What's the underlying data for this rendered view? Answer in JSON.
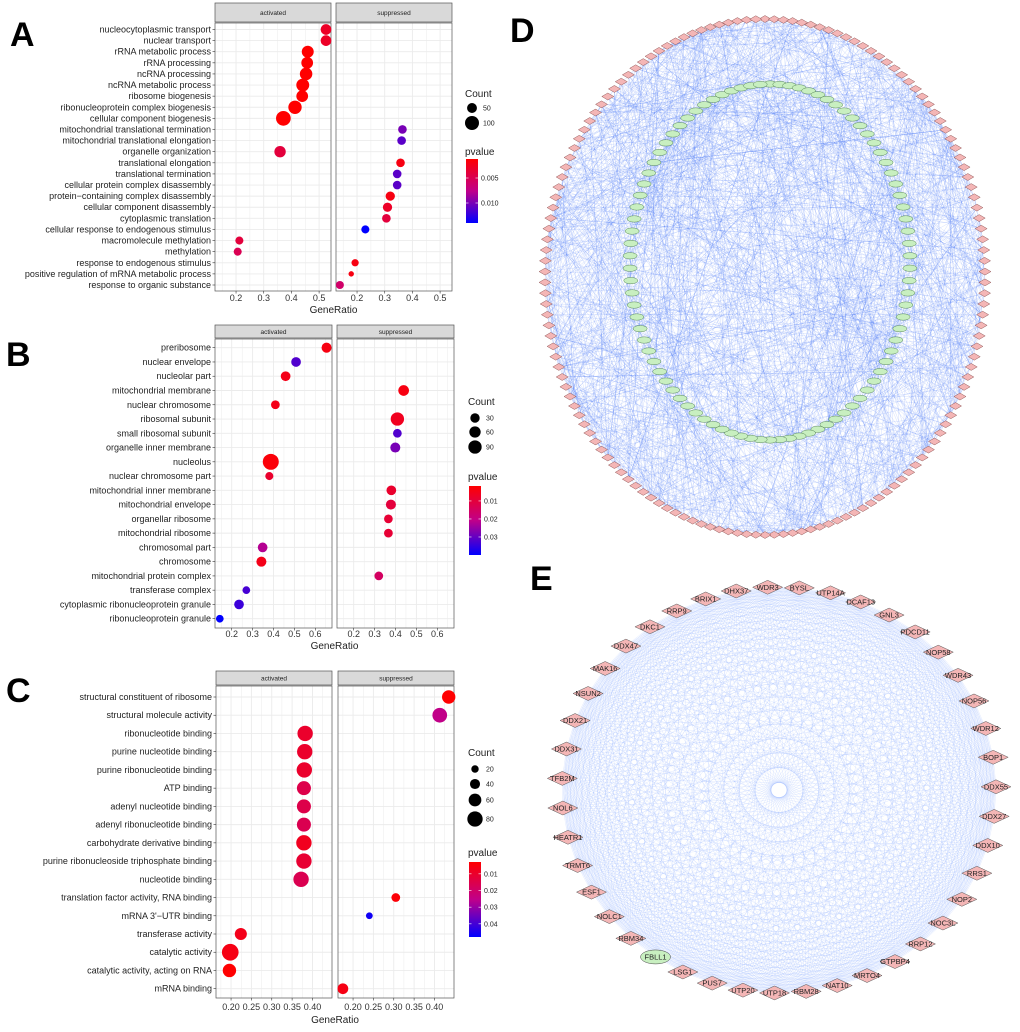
{
  "panel_labels": {
    "A": "A",
    "B": "B",
    "C": "C",
    "D": "D",
    "E": "E"
  },
  "chart_data": [
    {
      "panel": "A",
      "type": "scatter",
      "facets": [
        "activated",
        "suppressed"
      ],
      "xlabel": "GeneRatio",
      "xlim": [
        0.124,
        0.543
      ],
      "x_ticks": [
        0.2,
        0.3,
        0.4,
        0.5
      ],
      "x_tick_labels": [
        "0.2",
        "0.3",
        "0.4",
        "0.5"
      ],
      "grid": true,
      "legend": {
        "position": "right",
        "count_title": "Count",
        "count_values": [
          50,
          100
        ],
        "pvalue_title": "pvalue",
        "pvalue_range": [
          0.0012,
          0.014
        ],
        "pvalue_ticks": [
          0.005,
          0.01
        ],
        "pvalue_tick_labels": [
          "0.005",
          "0.010"
        ]
      },
      "points": [
        {
          "term": "nucleocytoplasmic transport",
          "facet": "activated",
          "gene_ratio": 0.525,
          "count": 58,
          "pvalue": 0.003
        },
        {
          "term": "nuclear transport",
          "facet": "activated",
          "gene_ratio": 0.525,
          "count": 58,
          "pvalue": 0.003
        },
        {
          "term": "rRNA metabolic process",
          "facet": "activated",
          "gene_ratio": 0.459,
          "count": 73,
          "pvalue": 0.0012
        },
        {
          "term": "rRNA processing",
          "facet": "activated",
          "gene_ratio": 0.457,
          "count": 70,
          "pvalue": 0.0012
        },
        {
          "term": "ncRNA processing",
          "facet": "activated",
          "gene_ratio": 0.453,
          "count": 80,
          "pvalue": 0.0012
        },
        {
          "term": "ncRNA metabolic process",
          "facet": "activated",
          "gene_ratio": 0.441,
          "count": 85,
          "pvalue": 0.0012
        },
        {
          "term": "ribosome biogenesis",
          "facet": "activated",
          "gene_ratio": 0.439,
          "count": 70,
          "pvalue": 0.0012
        },
        {
          "term": "ribonucleoprotein complex biogenesis",
          "facet": "activated",
          "gene_ratio": 0.413,
          "count": 91,
          "pvalue": 0.0012
        },
        {
          "term": "cellular component biogenesis",
          "facet": "activated",
          "gene_ratio": 0.371,
          "count": 110,
          "pvalue": 0.0012
        },
        {
          "term": "mitochondrial translational termination",
          "facet": "suppressed",
          "gene_ratio": 0.364,
          "count": 38,
          "pvalue": 0.01
        },
        {
          "term": "mitochondrial translational elongation",
          "facet": "suppressed",
          "gene_ratio": 0.361,
          "count": 38,
          "pvalue": 0.011
        },
        {
          "term": "organelle organization",
          "facet": "activated",
          "gene_ratio": 0.359,
          "count": 66,
          "pvalue": 0.004
        },
        {
          "term": "translational elongation",
          "facet": "suppressed",
          "gene_ratio": 0.357,
          "count": 38,
          "pvalue": 0.002
        },
        {
          "term": "translational termination",
          "facet": "suppressed",
          "gene_ratio": 0.345,
          "count": 38,
          "pvalue": 0.011
        },
        {
          "term": "cellular protein complex disassembly",
          "facet": "suppressed",
          "gene_ratio": 0.345,
          "count": 38,
          "pvalue": 0.011
        },
        {
          "term": "protein−containing complex disassembly",
          "facet": "suppressed",
          "gene_ratio": 0.32,
          "count": 44,
          "pvalue": 0.002
        },
        {
          "term": "cellular component disassembly",
          "facet": "suppressed",
          "gene_ratio": 0.31,
          "count": 44,
          "pvalue": 0.003
        },
        {
          "term": "cytoplasmic translation",
          "facet": "suppressed",
          "gene_ratio": 0.306,
          "count": 38,
          "pvalue": 0.004
        },
        {
          "term": "cellular response to endogenous stimulus",
          "facet": "suppressed",
          "gene_ratio": 0.23,
          "count": 33,
          "pvalue": 0.014
        },
        {
          "term": "macromolecule methylation",
          "facet": "activated",
          "gene_ratio": 0.212,
          "count": 33,
          "pvalue": 0.004
        },
        {
          "term": "methylation",
          "facet": "activated",
          "gene_ratio": 0.206,
          "count": 33,
          "pvalue": 0.005
        },
        {
          "term": "response to endogenous stimulus",
          "facet": "suppressed",
          "gene_ratio": 0.193,
          "count": 27,
          "pvalue": 0.002
        },
        {
          "term": "positive regulation of mRNA metabolic process",
          "facet": "suppressed",
          "gene_ratio": 0.179,
          "count": 15,
          "pvalue": 0.002
        },
        {
          "term": "response to organic substance",
          "facet": "suppressed",
          "gene_ratio": 0.138,
          "count": 33,
          "pvalue": 0.006
        }
      ]
    },
    {
      "panel": "B",
      "type": "scatter",
      "facets": [
        "activated",
        "suppressed"
      ],
      "xlabel": "GeneRatio",
      "xlim": [
        0.12,
        0.68
      ],
      "x_ticks": [
        0.2,
        0.3,
        0.4,
        0.5,
        0.6
      ],
      "x_tick_labels": [
        "0.2",
        "0.3",
        "0.4",
        "0.5",
        "0.6"
      ],
      "grid": true,
      "legend": {
        "position": "right",
        "count_title": "Count",
        "count_values": [
          30,
          60,
          90
        ],
        "pvalue_title": "pvalue",
        "pvalue_range": [
          0.0017,
          0.04
        ],
        "pvalue_ticks": [
          0.01,
          0.02,
          0.03
        ],
        "pvalue_tick_labels": [
          "0.01",
          "0.02",
          "0.03"
        ]
      },
      "points": [
        {
          "term": "preribosome",
          "facet": "activated",
          "gene_ratio": 0.654,
          "count": 40,
          "pvalue": 0.004
        },
        {
          "term": "nuclear envelope",
          "facet": "activated",
          "gene_ratio": 0.508,
          "count": 35,
          "pvalue": 0.032
        },
        {
          "term": "nucleolar part",
          "facet": "activated",
          "gene_ratio": 0.458,
          "count": 35,
          "pvalue": 0.005
        },
        {
          "term": "mitochondrial membrane",
          "facet": "suppressed",
          "gene_ratio": 0.439,
          "count": 50,
          "pvalue": 0.004
        },
        {
          "term": "nuclear chromosome",
          "facet": "activated",
          "gene_ratio": 0.409,
          "count": 20,
          "pvalue": 0.005
        },
        {
          "term": "ribosomal subunit",
          "facet": "suppressed",
          "gene_ratio": 0.409,
          "count": 90,
          "pvalue": 0.006
        },
        {
          "term": "small ribosomal subunit",
          "facet": "suppressed",
          "gene_ratio": 0.409,
          "count": 20,
          "pvalue": 0.032
        },
        {
          "term": "organelle inner membrane",
          "facet": "suppressed",
          "gene_ratio": 0.399,
          "count": 40,
          "pvalue": 0.028
        },
        {
          "term": "nucleolus",
          "facet": "activated",
          "gene_ratio": 0.387,
          "count": 130,
          "pvalue": 0.003
        },
        {
          "term": "nuclear chromosome part",
          "facet": "activated",
          "gene_ratio": 0.38,
          "count": 10,
          "pvalue": 0.008
        },
        {
          "term": "mitochondrial inner membrane",
          "facet": "suppressed",
          "gene_ratio": 0.38,
          "count": 35,
          "pvalue": 0.008
        },
        {
          "term": "mitochondrial envelope",
          "facet": "suppressed",
          "gene_ratio": 0.378,
          "count": 40,
          "pvalue": 0.01
        },
        {
          "term": "organellar ribosome",
          "facet": "suppressed",
          "gene_ratio": 0.366,
          "count": 20,
          "pvalue": 0.009
        },
        {
          "term": "mitochondrial ribosome",
          "facet": "suppressed",
          "gene_ratio": 0.366,
          "count": 20,
          "pvalue": 0.009
        },
        {
          "term": "chromosomal part",
          "facet": "activated",
          "gene_ratio": 0.348,
          "count": 35,
          "pvalue": 0.022
        },
        {
          "term": "chromosome",
          "facet": "activated",
          "gene_ratio": 0.342,
          "count": 40,
          "pvalue": 0.005
        },
        {
          "term": "mitochondrial protein complex",
          "facet": "suppressed",
          "gene_ratio": 0.32,
          "count": 20,
          "pvalue": 0.015
        },
        {
          "term": "transferase complex",
          "facet": "activated",
          "gene_ratio": 0.27,
          "count": 5,
          "pvalue": 0.033
        },
        {
          "term": "cytoplasmic ribonucleoprotein granule",
          "facet": "activated",
          "gene_ratio": 0.235,
          "count": 35,
          "pvalue": 0.034
        },
        {
          "term": "ribonucleoprotein granule",
          "facet": "activated",
          "gene_ratio": 0.143,
          "count": 5,
          "pvalue": 0.04
        }
      ]
    },
    {
      "panel": "C",
      "type": "scatter",
      "facets": [
        "activated",
        "suppressed"
      ],
      "xlabel": "GeneRatio",
      "xlim": [
        0.163,
        0.448
      ],
      "x_ticks": [
        0.2,
        0.25,
        0.3,
        0.35,
        0.4
      ],
      "x_tick_labels": [
        "0.20",
        "0.25",
        "0.30",
        "0.35",
        "0.40"
      ],
      "grid": true,
      "legend": {
        "position": "right",
        "count_title": "Count",
        "count_values": [
          20,
          40,
          60,
          80
        ],
        "pvalue_title": "pvalue",
        "pvalue_range": [
          0.0029,
          0.0479
        ],
        "pvalue_ticks": [
          0.01,
          0.02,
          0.03,
          0.04
        ],
        "pvalue_tick_labels": [
          "0.01",
          "0.02",
          "0.03",
          "0.04"
        ]
      },
      "points": [
        {
          "term": "structural constituent of ribosome",
          "facet": "suppressed",
          "gene_ratio": 0.435,
          "count": 65,
          "pvalue": 0.003
        },
        {
          "term": "structural molecule activity",
          "facet": "suppressed",
          "gene_ratio": 0.413,
          "count": 75,
          "pvalue": 0.025
        },
        {
          "term": "ribonucleotide binding",
          "facet": "activated",
          "gene_ratio": 0.382,
          "count": 80,
          "pvalue": 0.01
        },
        {
          "term": "purine nucleotide binding",
          "facet": "activated",
          "gene_ratio": 0.381,
          "count": 80,
          "pvalue": 0.01
        },
        {
          "term": "purine ribonucleotide binding",
          "facet": "activated",
          "gene_ratio": 0.38,
          "count": 80,
          "pvalue": 0.01
        },
        {
          "term": "ATP binding",
          "facet": "activated",
          "gene_ratio": 0.379,
          "count": 70,
          "pvalue": 0.015
        },
        {
          "term": "adenyl nucleotide binding",
          "facet": "activated",
          "gene_ratio": 0.379,
          "count": 70,
          "pvalue": 0.015
        },
        {
          "term": "adenyl ribonucleotide binding",
          "facet": "activated",
          "gene_ratio": 0.379,
          "count": 70,
          "pvalue": 0.016
        },
        {
          "term": "carbohydrate derivative binding",
          "facet": "activated",
          "gene_ratio": 0.379,
          "count": 80,
          "pvalue": 0.008
        },
        {
          "term": "purine ribonucleoside triphosphate binding",
          "facet": "activated",
          "gene_ratio": 0.379,
          "count": 80,
          "pvalue": 0.011
        },
        {
          "term": "nucleotide binding",
          "facet": "activated",
          "gene_ratio": 0.372,
          "count": 80,
          "pvalue": 0.016
        },
        {
          "term": "translation factor activity, RNA binding",
          "facet": "suppressed",
          "gene_ratio": 0.305,
          "count": 30,
          "pvalue": 0.004
        },
        {
          "term": "mRNA 3'−UTR binding",
          "facet": "suppressed",
          "gene_ratio": 0.24,
          "count": 15,
          "pvalue": 0.046
        },
        {
          "term": "transferase activity",
          "facet": "activated",
          "gene_ratio": 0.224,
          "count": 55,
          "pvalue": 0.007
        },
        {
          "term": "catalytic activity",
          "facet": "activated",
          "gene_ratio": 0.198,
          "count": 90,
          "pvalue": 0.006
        },
        {
          "term": "catalytic activity, acting on RNA",
          "facet": "activated",
          "gene_ratio": 0.196,
          "count": 65,
          "pvalue": 0.003
        },
        {
          "term": "mRNA binding",
          "facet": "suppressed",
          "gene_ratio": 0.175,
          "count": 45,
          "pvalue": 0.006
        }
      ]
    }
  ],
  "network_d": {
    "outer_node_count": 150,
    "inner_node_count": 90,
    "outer_color": "#f4b6b6",
    "inner_color": "#c8efc0",
    "edge_color": "#3a6cf5"
  },
  "network_e": {
    "node_color": "#f4b6b6",
    "highlight_color": "#c8efc0",
    "edge_color": "#7fa6ff",
    "nodes": [
      "WDR3",
      "BYSL",
      "UTP14A",
      "DCAF13",
      "GNL3",
      "PDCD11",
      "NOP58",
      "WDR43",
      "NOP56",
      "WDR12",
      "BOP1",
      "DDX55",
      "DDX27",
      "DDX10",
      "RRS1",
      "NOP2",
      "NOC3L",
      "RRP12",
      "GTPBP4",
      "MRTO4",
      "NAT10",
      "RBM28",
      "UTP18",
      "UTP20",
      "PUS7",
      "LSG1",
      "FBLL1",
      "RBM34",
      "NOLC1",
      "ESF1",
      "TRMT6",
      "HEATR1",
      "NOL6",
      "TFB2M",
      "DDX31",
      "DDX21",
      "NSUN2",
      "MAK16",
      "DDX47",
      "DKC1",
      "RRP9",
      "BRIX1",
      "DHX37"
    ],
    "highlighted": [
      "FBLL1"
    ]
  }
}
